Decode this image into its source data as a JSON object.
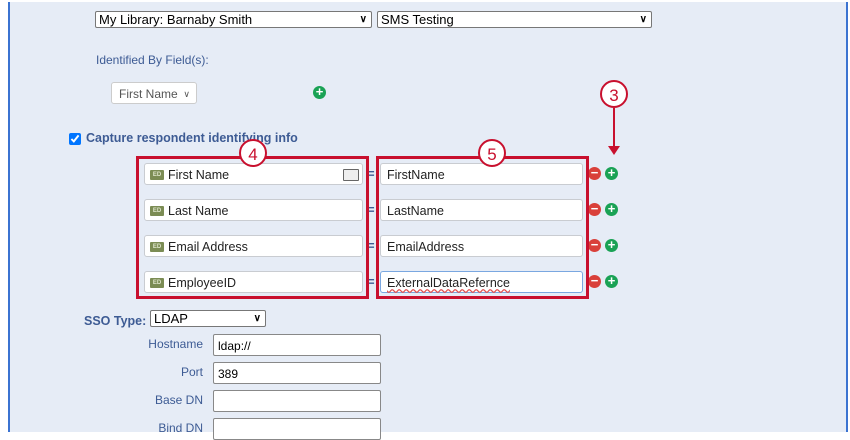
{
  "library_select": {
    "value": "My Library: Barnaby Smith"
  },
  "survey_select": {
    "value": "SMS Testing"
  },
  "identified_by": {
    "label": "Identified By Field(s):",
    "value": "First Name"
  },
  "capture": {
    "label": "Capture respondent identifying info",
    "checked": true
  },
  "mappings": [
    {
      "field": "First Name",
      "value": "FirstName",
      "field_tag": "ED"
    },
    {
      "field": "Last Name",
      "value": "LastName",
      "field_tag": "ED"
    },
    {
      "field": "Email Address",
      "value": "EmailAddress",
      "field_tag": "ED"
    },
    {
      "field": "EmployeeID",
      "value": "ExternalDataRefernce",
      "field_tag": "ED"
    }
  ],
  "equals": "=",
  "callouts": {
    "c3": "3",
    "c4": "4",
    "c5": "5"
  },
  "sso": {
    "label": "SSO Type:",
    "value": "LDAP",
    "fields": [
      {
        "label": "Hostname",
        "value": "ldap://"
      },
      {
        "label": "Port",
        "value": "389"
      },
      {
        "label": "Base DN",
        "value": ""
      },
      {
        "label": "Bind DN",
        "value": ""
      }
    ]
  },
  "colors": {
    "callout": "#c8102e",
    "add": "#1aa255",
    "remove": "#d9403a",
    "border": "#3b73d1"
  }
}
